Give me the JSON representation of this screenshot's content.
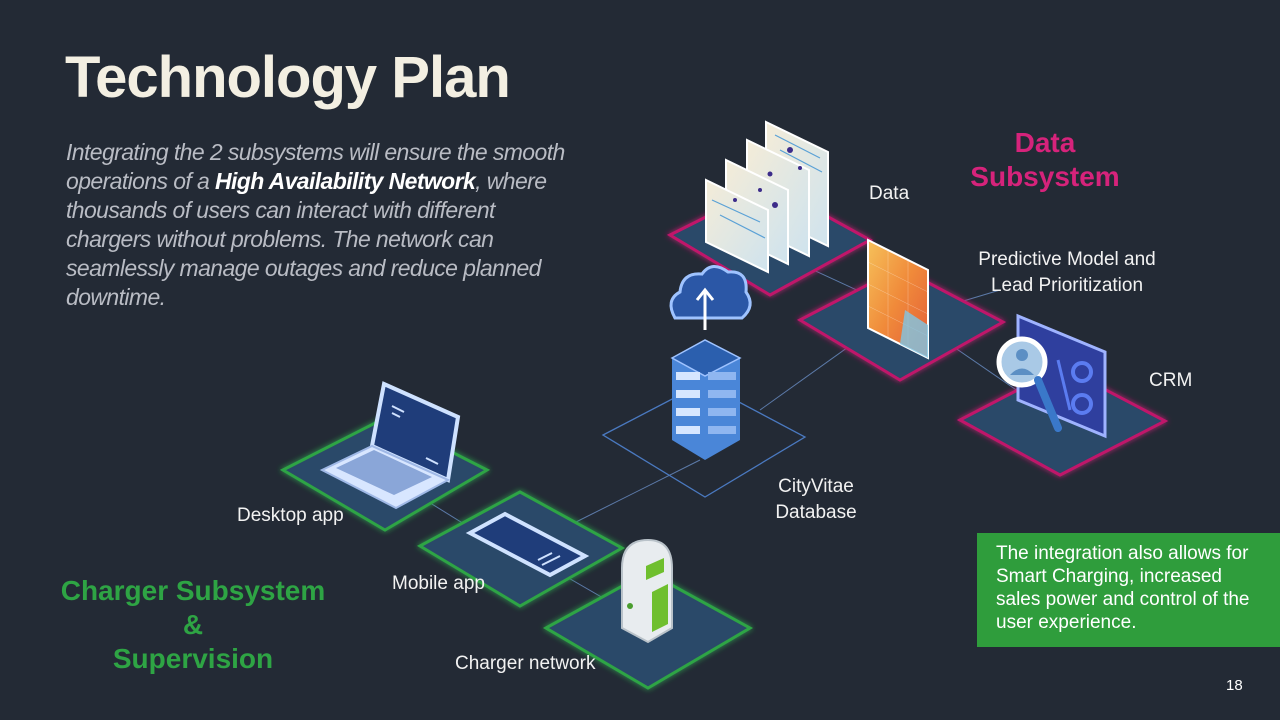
{
  "slide": {
    "title": "Technology Plan",
    "intro": {
      "part1": "Integrating the 2 subsystems will ensure the smooth operations of a ",
      "bold1": "High Availability Network",
      "part2": ", where thousands of users can interact with different chargers without problems. The network can seamlessly manage outages and reduce planned downtime."
    },
    "page_number": "18"
  },
  "data_subsystem": {
    "title_line1": "Data",
    "title_line2": "Subsystem",
    "accent_color": "#d6237b",
    "nodes": {
      "data": "Data",
      "predictive_line1": "Predictive Model and",
      "predictive_line2": "Lead Prioritization",
      "crm": "CRM"
    }
  },
  "database": {
    "label_line1": "CityVitae",
    "label_line2": "Database",
    "icon": "cloud-server-icon"
  },
  "charger_subsystem": {
    "title_line1": "Charger Subsystem &",
    "title_line2": "Supervision",
    "accent_color": "#2ea444",
    "nodes": {
      "desktop": "Desktop app",
      "mobile": "Mobile app",
      "charger": "Charger network"
    }
  },
  "callout": {
    "text": "The integration also allows for Smart Charging, increased sales power and control of the user experience.",
    "background": "#2f9d3c"
  }
}
